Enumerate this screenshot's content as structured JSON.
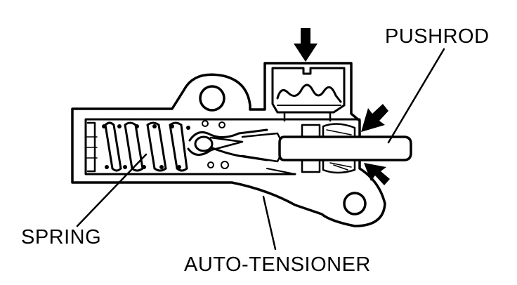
{
  "labels": {
    "pushrod": "PUSHROD",
    "spring": "SPRING",
    "auto_tensioner": "AUTO-TENSIONER"
  }
}
